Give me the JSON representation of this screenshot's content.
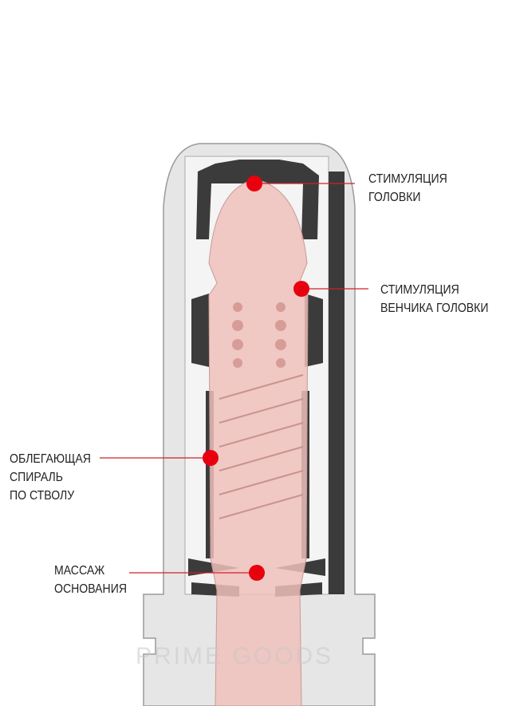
{
  "labels": {
    "head": [
      "СТИМУЛЯЦИЯ",
      "ГОЛОВКИ"
    ],
    "corona": [
      "СТИМУЛЯЦИЯ",
      "ВЕНЧИКА ГОЛОВКИ"
    ],
    "shaft": [
      "ОБЛЕГАЮЩАЯ",
      "СПИРАЛЬ",
      "ПО СТВОЛУ"
    ],
    "base": [
      "МАССАЖ",
      "ОСНОВАНИЯ"
    ]
  },
  "watermark": "PRIME GOODS",
  "colors": {
    "marker": "#e8000f",
    "line": "#d0202a",
    "body": "#efc2bd",
    "casing": "#e4e4e4"
  }
}
